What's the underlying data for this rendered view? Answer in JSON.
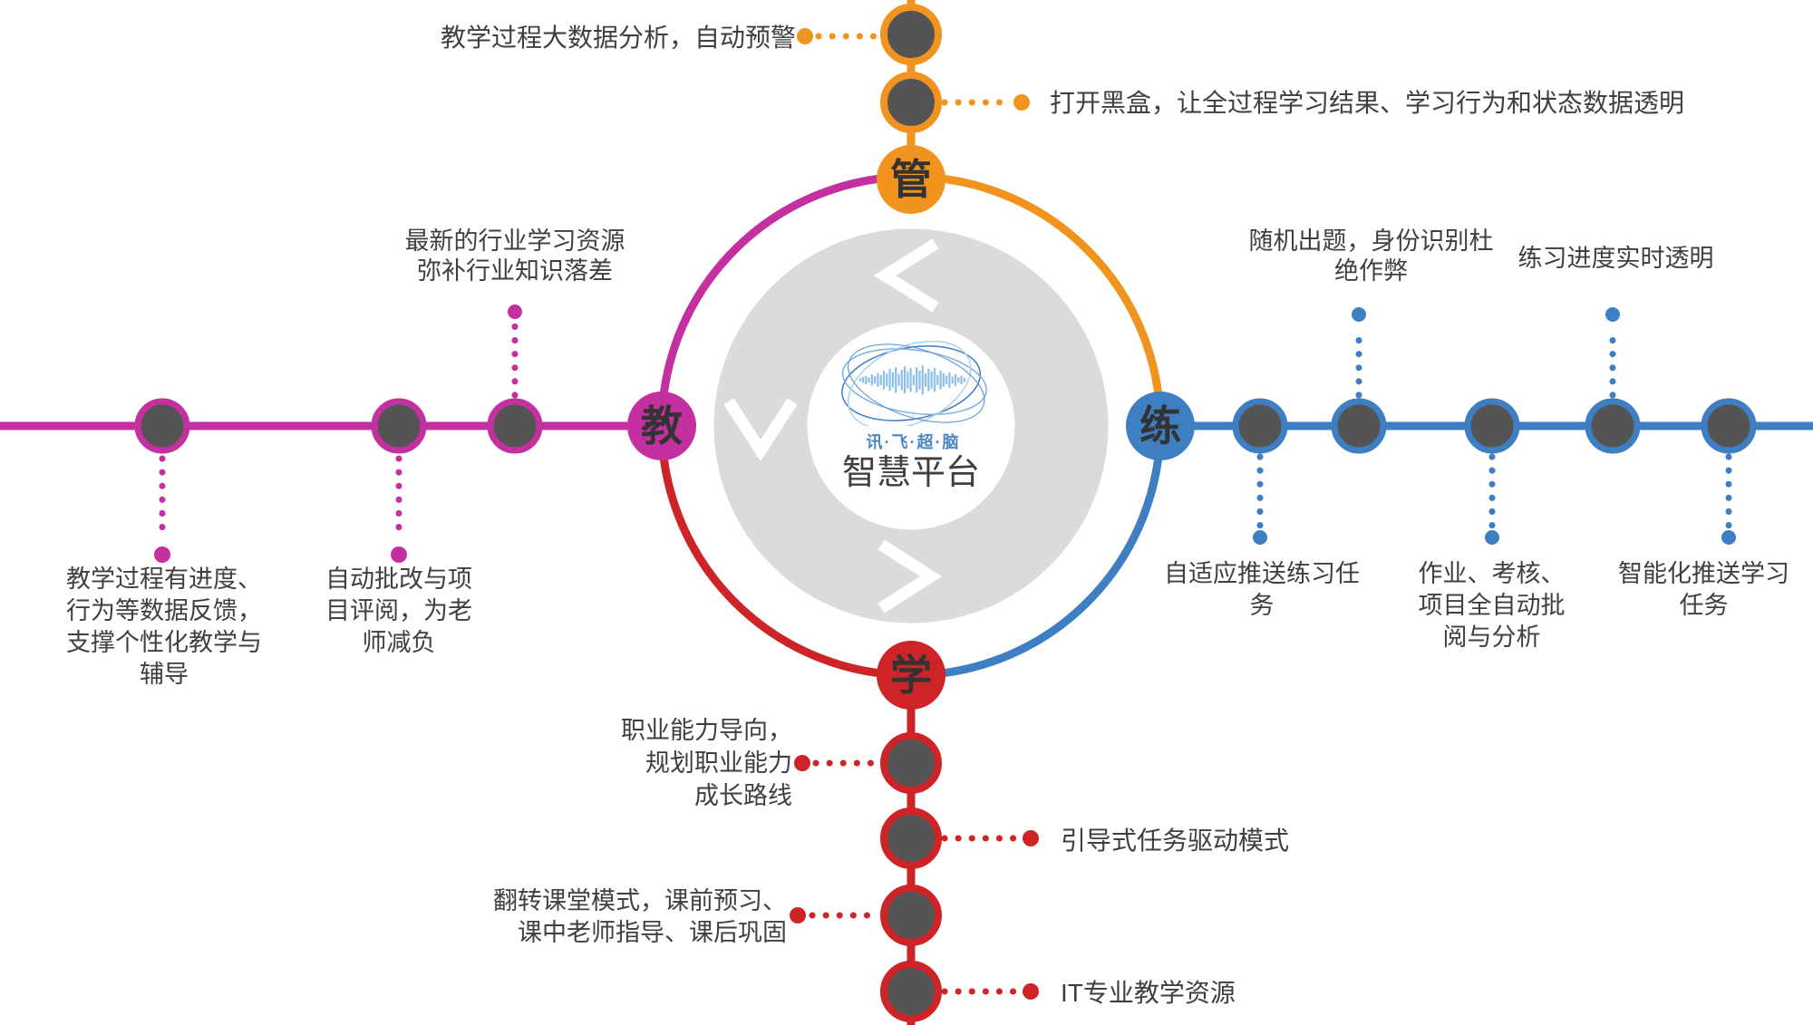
{
  "diagram": {
    "center": {
      "brand": "讯·飞·超·脑",
      "title": "智慧平台"
    },
    "hubs": {
      "manage": "管",
      "teach": "教",
      "practice": "练",
      "learn": "学"
    },
    "colors": {
      "manage_orange": "#F0941F",
      "teach_magenta": "#C4309F",
      "practice_blue": "#3E7EC2",
      "learn_red": "#CE2428",
      "node_fill": "#545454",
      "inner_band_gray": "#DBDBDB",
      "text_gray": "#3F3F3F",
      "brand_blue": "#4A86C8"
    },
    "manage": {
      "items": [
        "教学过程大数据分析，自动预警",
        "打开黑盒，让全过程学习结果、学习行为和状态数据透明"
      ]
    },
    "teach": {
      "items": [
        "最新的行业学习资源\n弥补行业知识落差",
        "教学过程有进度、\n行为等数据反馈，\n支撑个性化教学与\n辅导",
        "自动批改与项\n目评阅，为老\n师减负"
      ]
    },
    "practice": {
      "items": [
        "随机出题，身份识别杜\n绝作弊",
        "练习进度实时透明",
        "自适应推送练习任\n务",
        "作业、考核、\n项目全自动批\n阅与分析",
        "智能化推送学习\n任务"
      ]
    },
    "learn": {
      "items": [
        "职业能力导向，\n规划职业能力\n成长路线",
        "引导式任务驱动模式",
        "翻转课堂模式，课前预习、\n课中老师指导、课后巩固",
        "IT专业教学资源"
      ]
    }
  }
}
